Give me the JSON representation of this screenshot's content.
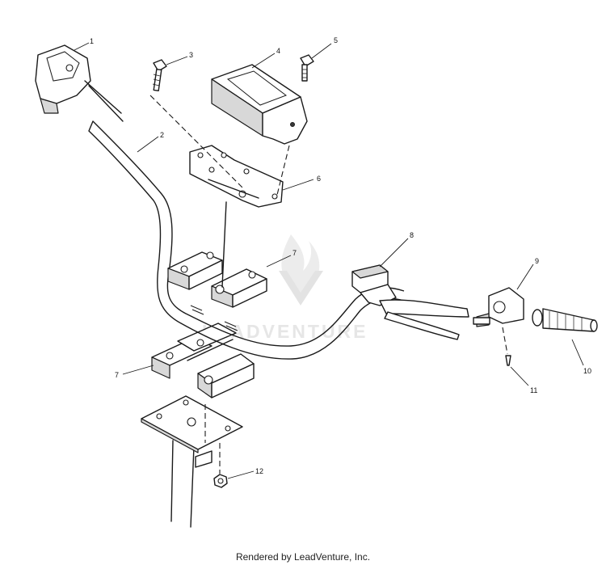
{
  "watermark": {
    "text": "LEADVENTURE"
  },
  "callouts": [
    {
      "id": "1",
      "label": "1"
    },
    {
      "id": "2",
      "label": "2"
    },
    {
      "id": "3",
      "label": "3"
    },
    {
      "id": "4",
      "label": "4"
    },
    {
      "id": "5",
      "label": "5"
    },
    {
      "id": "6",
      "label": "6"
    },
    {
      "id": "7a",
      "label": "7"
    },
    {
      "id": "7b",
      "label": "7"
    },
    {
      "id": "8",
      "label": "8"
    },
    {
      "id": "9",
      "label": "9"
    },
    {
      "id": "10",
      "label": "10"
    },
    {
      "id": "11",
      "label": "11"
    },
    {
      "id": "12",
      "label": "12"
    }
  ],
  "footer": {
    "text": "Rendered by LeadVenture, Inc."
  }
}
